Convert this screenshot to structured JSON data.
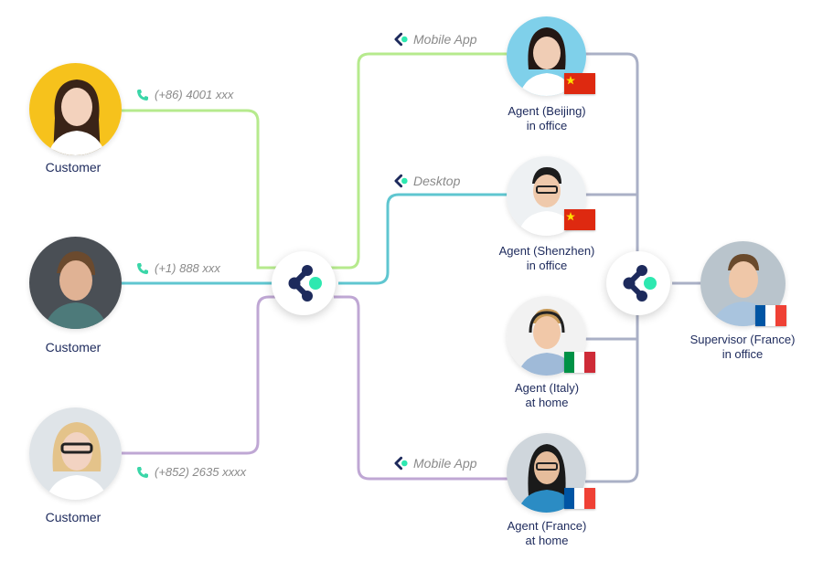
{
  "customers": [
    {
      "label": "Customer",
      "phone": "(+86) 4001 xxx"
    },
    {
      "label": "Customer",
      "phone": "(+1) 888 xxx"
    },
    {
      "label": "Customer",
      "phone": "(+852) 2635 xxxx"
    }
  ],
  "channels": {
    "beijing": "Mobile App",
    "shenzhen": "Desktop",
    "france": "Mobile App"
  },
  "agents": [
    {
      "line1": "Agent (Beijing)",
      "line2": "in office",
      "flag": "china"
    },
    {
      "line1": "Agent (Shenzhen)",
      "line2": "in office",
      "flag": "china"
    },
    {
      "line1": "Agent (Italy)",
      "line2": "at home",
      "flag": "italy"
    },
    {
      "line1": "Agent (France)",
      "line2": "at home",
      "flag": "france"
    }
  ],
  "supervisor": {
    "line1": "Supervisor (France)",
    "line2": "in office",
    "flag": "france"
  },
  "colors": {
    "green_line": "#b6ea8d",
    "teal_line": "#5fc6d0",
    "purple_line": "#bfa7d4",
    "slate_line": "#aab0c6",
    "navy": "#1d2a5c",
    "mint": "#2ee8b0",
    "phone_icon": "#3ad6a8"
  },
  "icons": [
    "phone-icon",
    "app-logo-icon",
    "hub-logo-icon"
  ]
}
